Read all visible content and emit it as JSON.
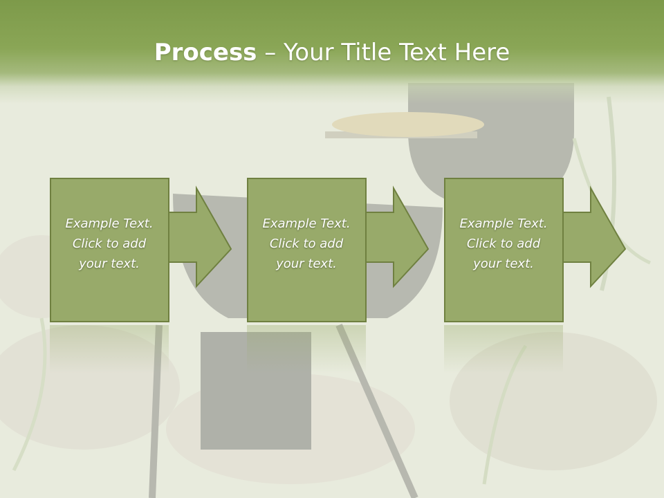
{
  "slide": {
    "title_bold": "Process",
    "title_rest": " – Your Title Text Here"
  },
  "colors": {
    "title_bar": "#8aa656",
    "box_fill": "#98aa6a",
    "box_border": "#6f8040",
    "text": "#ffffff"
  },
  "steps": [
    {
      "line1": "Example Text.",
      "line2": "Click  to add",
      "line3": "your text."
    },
    {
      "line1": "Example Text.",
      "line2": "Click  to add",
      "line3": "your text."
    },
    {
      "line1": "Example Text.",
      "line2": "Click  to add",
      "line3": "your text."
    }
  ]
}
